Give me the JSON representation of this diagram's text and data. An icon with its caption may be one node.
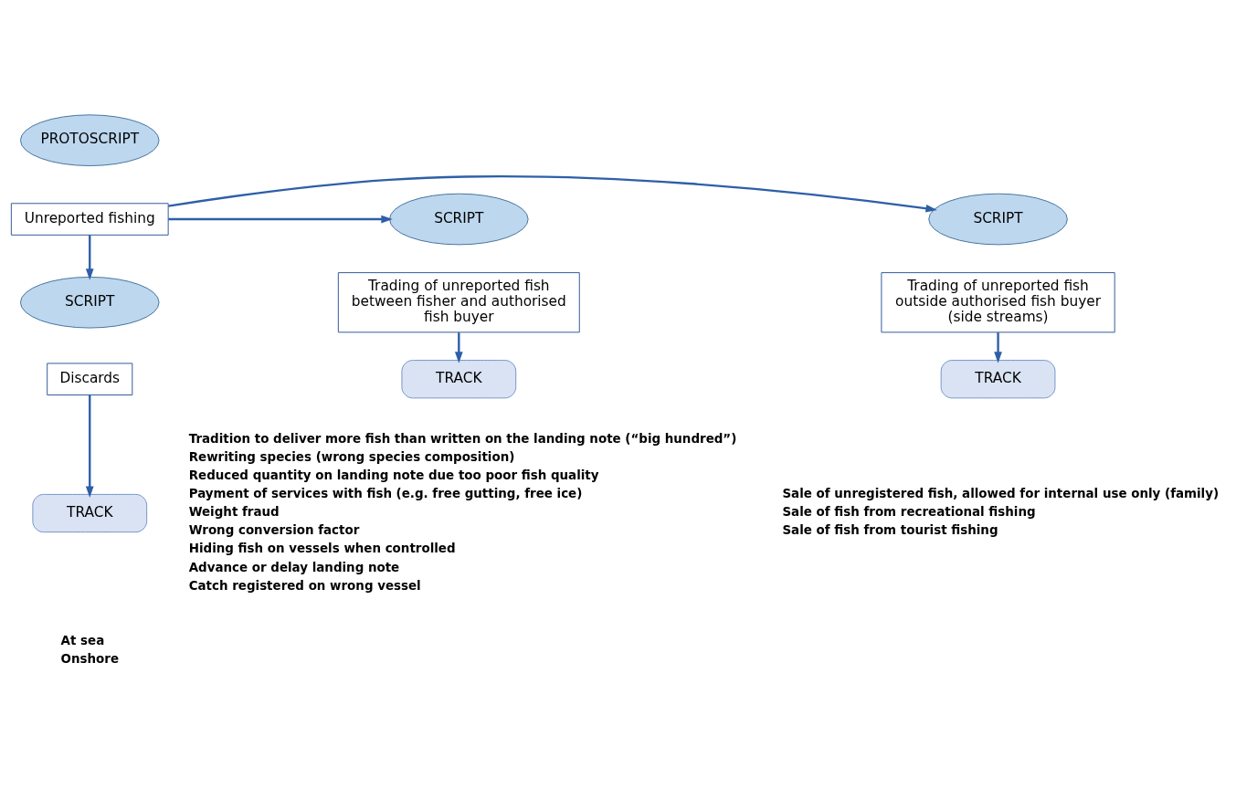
{
  "diagram": {
    "nodes": [
      {
        "text": [
          "PROTOSCRIPT"
        ]
      },
      {
        "text": [
          "SCRIPT"
        ]
      },
      {
        "text": [
          "Unreported fishing"
        ]
      },
      {
        "text": [
          "SCRIPT"
        ]
      },
      {
        "text": [
          "Trading of unreported fish between fisher and authorised fish buyer"
        ]
      },
      {
        "text": [
          "Trading of unreported fish outside authorised fish buyer (side streams)"
        ]
      },
      {
        "text": [
          "SCRIPT"
        ]
      },
      {
        "text": [
          "TRACK"
        ],
        "beside": [
          "Tradition to deliver more fish than written on the landing note (“big hundred”)",
          "Rewriting species (wrong species composition)",
          "Reduced quantity on landing note due too poor fish quality",
          "Payment of services with fish (e.g. free gutting, free ice)",
          "Weight fraud",
          "Wrong conversion factor",
          "Hiding fish on vessels when controlled",
          "Advance or delay landing note",
          "Catch registered on wrong vessel"
        ]
      },
      {
        "text": [
          "Discards"
        ]
      },
      {
        "text": [
          "TRACK"
        ],
        "beside": [
          "Sale of unregistered fish, allowed for internal use only (family)",
          "Sale of fish from recreational fishing",
          "Sale of fish from tourist fishing"
        ]
      },
      {
        "text": [
          "TRACK"
        ],
        "beside": [
          "At sea",
          "Onshore"
        ]
      }
    ],
    "edges": [
      {
        "from": 2,
        "to": 1,
        "arrow": "to"
      },
      {
        "from": 2,
        "to": 3,
        "arrow": "to"
      },
      {
        "from": 2,
        "to": 6,
        "arrow": "to"
      },
      {
        "from": 4,
        "to": 7,
        "arrow": "to"
      },
      {
        "from": 8,
        "to": 10,
        "arrow": "to"
      },
      {
        "from": 5,
        "to": 9,
        "arrow": "to"
      }
    ]
  }
}
